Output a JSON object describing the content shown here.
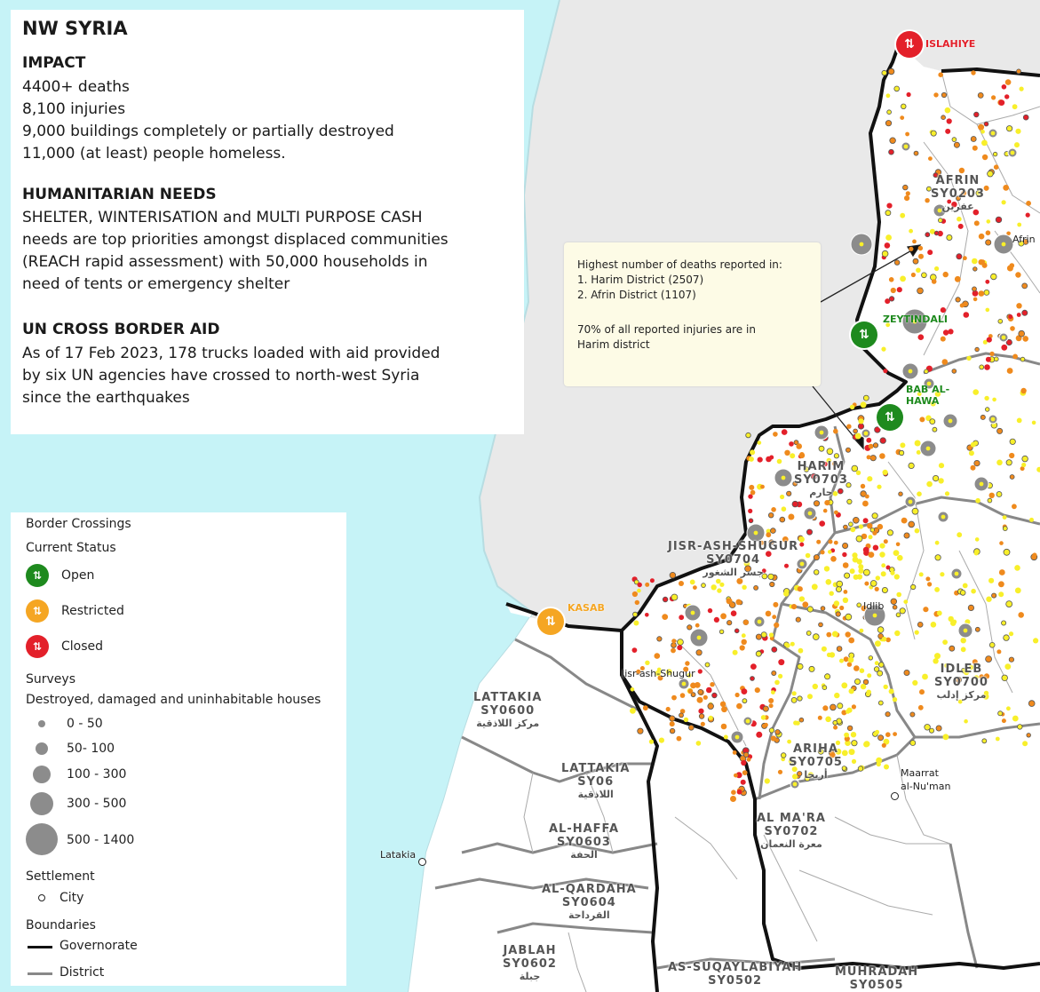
{
  "info": {
    "title": "NW SYRIA",
    "impact": {
      "heading": "IMPACT",
      "lines": [
        "4400+ deaths",
        "8,100 injuries",
        "9,000 buildings completely or partially destroyed",
        "11,000 (at least) people homeless."
      ]
    },
    "needs": {
      "heading": "HUMANITARIAN NEEDS",
      "lines": [
        "SHELTER, WINTERISATION and MULTI PURPOSE CASH",
        "needs are top priorities amongst displaced communities",
        "(REACH rapid assessment) with 50,000 households in",
        "need of tents or emergency shelter"
      ]
    },
    "aid": {
      "heading": "UN CROSS BORDER AID",
      "lines": [
        "As of 17 Feb 2023, 178 trucks loaded with aid provided",
        "by six UN agencies have crossed to north-west Syria",
        "since the earthquakes"
      ]
    }
  },
  "callout": {
    "lines": [
      "Highest number of deaths reported in:",
      "1. Harim District (2507)",
      "2. Afrin District (1107)",
      "",
      "70% of all reported injuries are in",
      "Harim district"
    ]
  },
  "legend": {
    "border_title": "Border Crossings",
    "status_title": "Current Status",
    "statuses": [
      {
        "label": "Open",
        "color": "#1e8a1e"
      },
      {
        "label": "Restricted",
        "color": "#f5a623"
      },
      {
        "label": "Closed",
        "color": "#e3202a"
      }
    ],
    "surveys_title": "Surveys",
    "surveys_subtitle": "Destroyed, damaged and uninhabitable houses",
    "sizes": [
      "0 - 50",
      "50- 100",
      "100 - 300",
      "300 - 500",
      "500 - 1400"
    ],
    "settlement_title": "Settlement",
    "settlement_item": "City",
    "boundaries_title": "Boundaries",
    "boundary_items": [
      "Governorate",
      "District"
    ]
  },
  "districts": [
    {
      "name": "AFRIN",
      "code": "SY0203",
      "ar": "عفرين"
    },
    {
      "name": "HARIM",
      "code": "SY0703",
      "ar": "حارم"
    },
    {
      "name": "JISR-ASH-SHUGUR",
      "code": "SY0704",
      "ar": "جسر الشغور"
    },
    {
      "name": "IDLEB",
      "code": "SY0700",
      "ar": "مركز إدلب"
    },
    {
      "name": "LATTAKIA",
      "code": "SY0600",
      "ar": "مركز اللاذقية"
    },
    {
      "name": "LATTAKIA",
      "code": "SY06",
      "ar": "اللاذقية"
    },
    {
      "name": "AL-HAFFA",
      "code": "SY0603",
      "ar": "الحفة"
    },
    {
      "name": "AL-QARDAHA",
      "code": "SY0604",
      "ar": "القرداحة"
    },
    {
      "name": "JABLAH",
      "code": "SY0602",
      "ar": "جبلة"
    },
    {
      "name": "ARIHA",
      "code": "SY0705",
      "ar": "أريحا"
    },
    {
      "name": "AL MA'RA",
      "code": "SY0702",
      "ar": "معرة النعمان"
    },
    {
      "name": "AS-SUQAYLABIYAH",
      "code": "SY0502",
      "ar": ""
    },
    {
      "name": "MUHRADAH",
      "code": "SY0505",
      "ar": ""
    }
  ],
  "cities": [
    "Afrin",
    "Idlib",
    "Jisr-ash-Shugur",
    "Latakia",
    "Maarrat",
    "al-Nu'man"
  ],
  "crossings": [
    {
      "name": "ISLAHIYE",
      "status": "Closed"
    },
    {
      "name": "ZEYTINDALI",
      "status": "Open"
    },
    {
      "name": "BAB AL-HAWA",
      "status": "Open"
    },
    {
      "name": "KASAB",
      "status": "Restricted"
    }
  ],
  "colors": {
    "sea": "#c6f3f7",
    "foreign_land": "#e9e9e9",
    "syria_land": "#ffffff",
    "governorate_boundary": "#111111",
    "district_boundary": "#888888",
    "point_yellow": "#f8ef2a",
    "point_orange": "#ef8a1d",
    "point_red": "#e3202a",
    "bubble_grey": "#8c8c8c"
  },
  "icons": [
    "crossing-icon",
    "city-dot-icon",
    "arrow-icon"
  ]
}
